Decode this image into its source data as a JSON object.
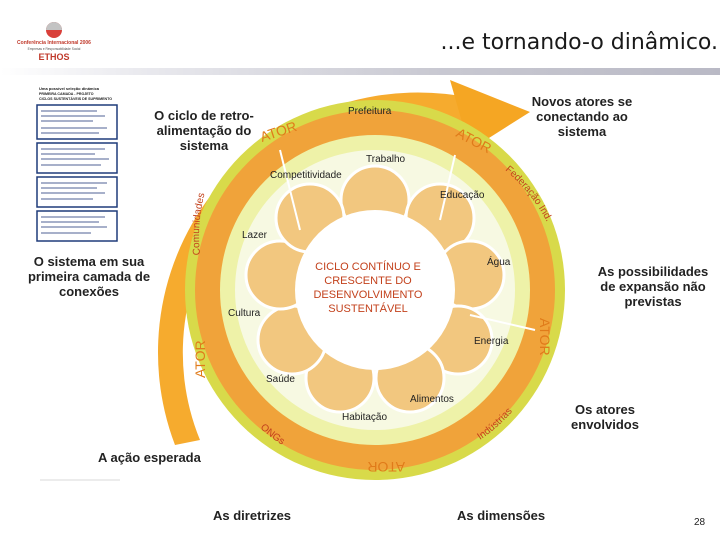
{
  "header": {
    "title": "...e tornando-o dinâmico.",
    "logo_line1": "Conferência Internacional 2006",
    "logo_line2": "Empresas e Responsabilidade Social",
    "logo_word": "ETHOS"
  },
  "document_thumbnail": {
    "line1": "Uma possível seleção dinâmica",
    "line2": "PRIMEIRA CAMADA - PROJETO",
    "line3": "CICLOS SUSTENTÁVEIS DE SUPRIMENTO"
  },
  "diagram": {
    "center_text": [
      "CICLO CONTÍNUO E",
      "CRESCENTE DO",
      "DESENVOLVIMENTO",
      "SUSTENTÁVEL"
    ],
    "nodes": [
      "Prefeitura",
      "Trabalho",
      "Competitividade",
      "Educação",
      "Lazer",
      "Água",
      "Cultura",
      "Energia",
      "Saúde",
      "Alimentos",
      "Habitação"
    ],
    "ring_labels": {
      "ator_top": "ATOR",
      "ator_top_right": "ATOR",
      "ator_right": "ATOR",
      "ator_left": "ATOR",
      "ator_bottom": "ATOR",
      "comunidades": "Comunidades",
      "federacao": "Federação Ind.",
      "industrias": "Indústrias",
      "ongs": "ONGs"
    }
  },
  "annotations": {
    "ciclo_retro": [
      "O ciclo de retro-",
      "alimentação do",
      "sistema"
    ],
    "novos_atores": [
      "Novos atores se",
      "conectando ao",
      "sistema"
    ],
    "primeira_camada": [
      "O sistema em sua",
      "primeira camada de",
      "conexões"
    ],
    "possibilidades": [
      "As possibilidades",
      "de expansão não",
      "previstas"
    ],
    "atores_envolvidos": [
      "Os atores",
      "envolvidos"
    ],
    "acao_esperada": "A ação esperada",
    "diretrizes": "As diretrizes",
    "dimensoes": "As dimensões"
  },
  "page_number": "28",
  "colors": {
    "orange": "#f5a623",
    "dark_orange": "#e8831e",
    "yellow_green": "#d6d848",
    "light_yellow": "#eef2a8",
    "pale_green": "#f5f8dc",
    "text_orange": "#e07b1a"
  }
}
